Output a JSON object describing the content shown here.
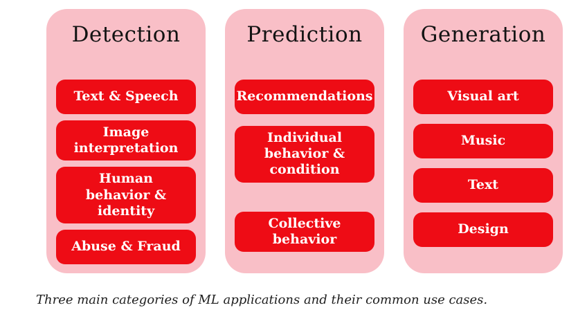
{
  "colors": {
    "page-bg": "#ffffff",
    "column-bg": "#f9bfc7",
    "item-bg": "#ee0c15",
    "item-text": "#ffffff",
    "title-text": "#131313",
    "caption-text": "#1e1e1e"
  },
  "columns": [
    {
      "title": "Detection",
      "items": [
        "Text & Speech",
        "Image\ninterpretation",
        "Human behavior &\nidentity",
        "Abuse & Fraud"
      ]
    },
    {
      "title": "Prediction",
      "items": [
        "Recommendations",
        "Individual\nbehavior &\ncondition",
        "Collective behavior"
      ]
    },
    {
      "title": "Generation",
      "items": [
        "Visual art",
        "Music",
        "Text",
        "Design"
      ]
    }
  ],
  "caption": "Three main categories of ML applications and their common use cases."
}
